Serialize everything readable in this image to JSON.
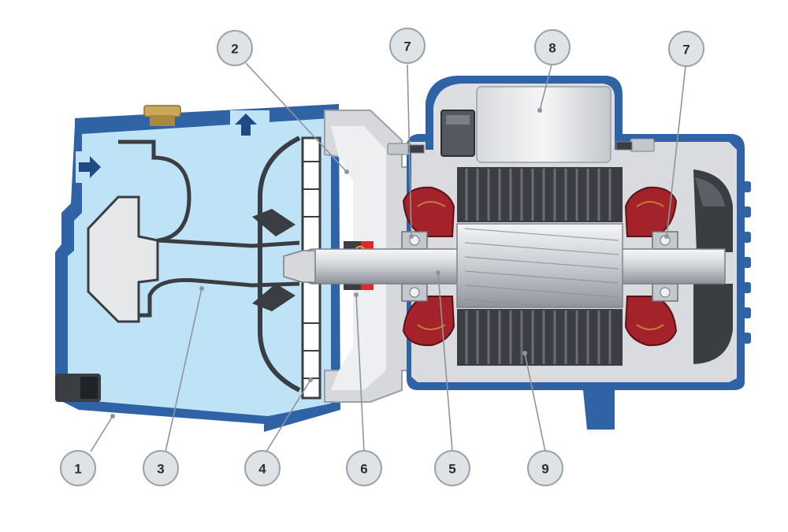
{
  "colors": {
    "casing_blue": "#2f63a6",
    "casing_dark": "#1e4a85",
    "water_light": "#bfe3f6",
    "metal_light": "#e6e7e9",
    "metal_mid": "#b9bcc1",
    "winding_red": "#a4232a",
    "stator_dark": "#3b3d42",
    "seal_red": "#e0282c",
    "callout_fill": "#dfe3e6"
  },
  "callouts": [
    {
      "id": "c1",
      "label": "1"
    },
    {
      "id": "c2",
      "label": "2"
    },
    {
      "id": "c3",
      "label": "3"
    },
    {
      "id": "c4",
      "label": "4"
    },
    {
      "id": "c5",
      "label": "5"
    },
    {
      "id": "c6",
      "label": "6"
    },
    {
      "id": "c7a",
      "label": "7"
    },
    {
      "id": "c7b",
      "label": "7"
    },
    {
      "id": "c8",
      "label": "8"
    },
    {
      "id": "c9",
      "label": "9"
    }
  ],
  "icons": [
    "flow-arrow-right-icon",
    "flow-arrow-up-icon"
  ]
}
